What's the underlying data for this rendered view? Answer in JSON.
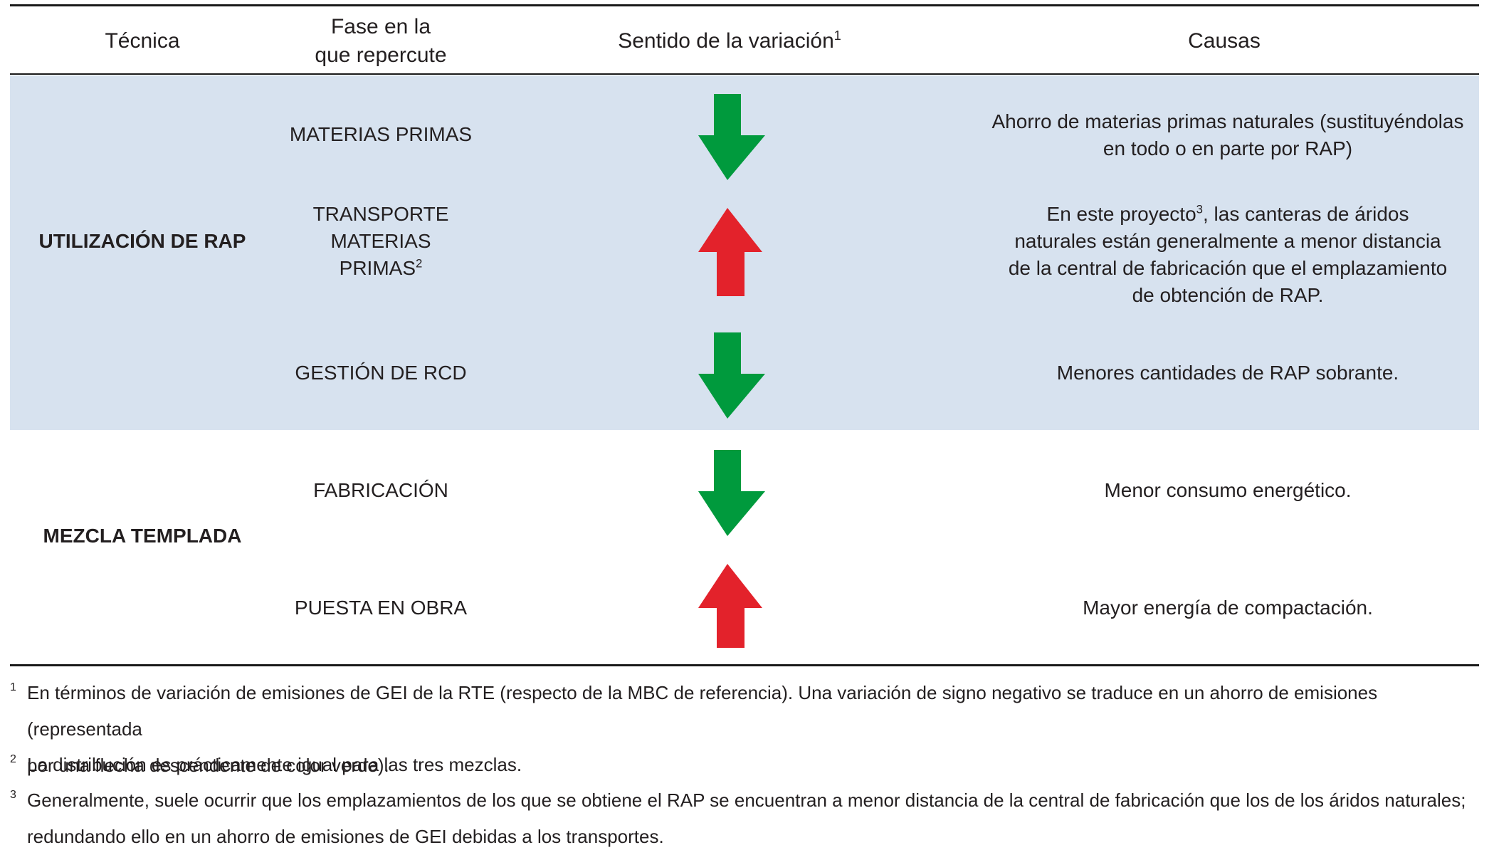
{
  "header": {
    "col_tecnica": "Técnica",
    "col_fase_line1": "Fase en la",
    "col_fase_line2": "que repercute",
    "col_sentido": "Sentido de la variación",
    "col_sentido_sup": "1",
    "col_causas": "Causas"
  },
  "groups": [
    {
      "tecnica": "UTILIZACIÓN DE RAP"
    },
    {
      "tecnica": "MEZCLA TEMPLADA"
    }
  ],
  "rows": [
    {
      "fase": "MATERIAS PRIMAS",
      "direction": "down",
      "color": "#009a3d",
      "causa_line1": "Ahorro de materias primas naturales (sustituyéndolas",
      "causa_line2": "en todo o en parte por RAP)"
    },
    {
      "fase_line1": "TRANSPORTE",
      "fase_line2": "MATERIAS",
      "fase_line3": "PRIMAS",
      "fase_sup": "2",
      "direction": "up",
      "color": "#e3222b",
      "causa_line1_a": "En este proyecto",
      "causa_line1_sup": "3",
      "causa_line1_b": ", las canteras de áridos",
      "causa_line2": "naturales están generalmente a menor distancia",
      "causa_line3": "de la central de fabricación que el emplazamiento",
      "causa_line4": "de obtención de RAP."
    },
    {
      "fase": "GESTIÓN DE RCD",
      "direction": "down",
      "color": "#009a3d",
      "causa": "Menores cantidades de RAP sobrante."
    },
    {
      "fase": "FABRICACIÓN",
      "direction": "down",
      "color": "#009a3d",
      "causa": "Menor consumo energético."
    },
    {
      "fase": "PUESTA EN OBRA",
      "direction": "up",
      "color": "#e3222b",
      "causa": "Mayor energía de compactación."
    }
  ],
  "colors": {
    "shade": "#d7e2ef",
    "green": "#009a3d",
    "red": "#e3222b"
  },
  "footnotes": [
    {
      "num": "1",
      "line1": "En términos de variación de emisiones de GEI de la RTE (respecto de la MBC de referencia). Una variación de signo negativo se traduce en un ahorro de emisiones (representada",
      "line2": "por una flecha descendente de color verde)."
    },
    {
      "num": "2",
      "line1": "La distribución es prácticamente igual para las tres mezclas."
    },
    {
      "num": "3",
      "line1": "Generalmente, suele ocurrir que los emplazamientos de los que se obtiene el RAP se encuentran a menor distancia de la central de fabricación que los de los áridos naturales;",
      "line2": "redundando ello en un ahorro de emisiones de GEI debidas a los transportes."
    }
  ]
}
